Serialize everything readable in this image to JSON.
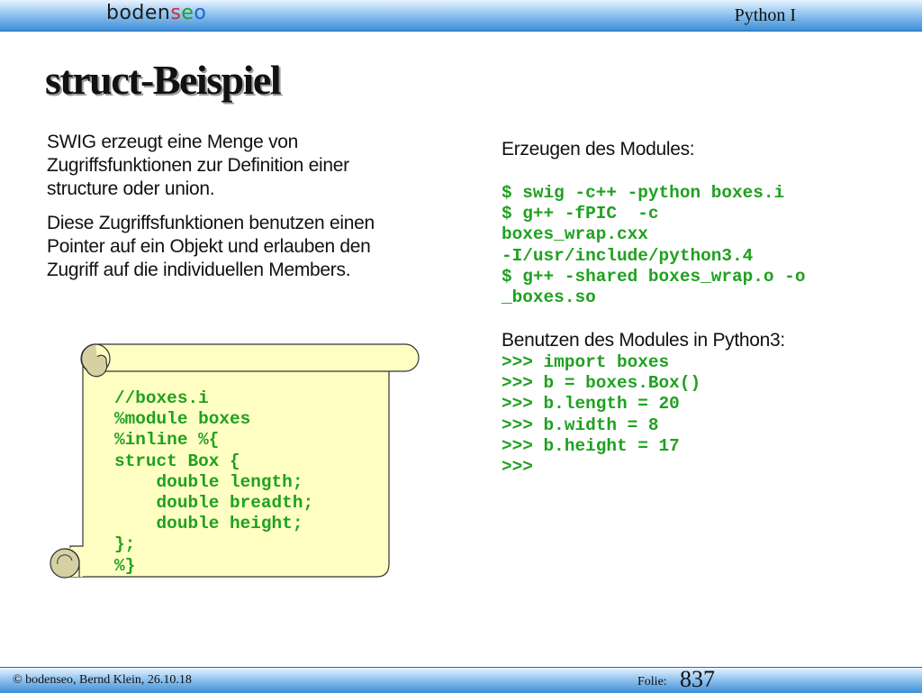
{
  "header": {
    "logo_text": "bodenseo",
    "course": "Python I"
  },
  "title": "struct-Beispiel",
  "left": {
    "paragraph1": "SWIG erzeugt eine Menge von Zugriffsfunktionen zur Definition einer structure oder union.",
    "paragraph2": "Diese Zugriffsfunktionen benutzen einen Pointer auf ein Objekt und erlauben den Zugriff auf die individuellen Members."
  },
  "scroll": {
    "code": "//boxes.i\n%module boxes\n%inline %{\nstruct Box {\n    double length;\n    double breadth;\n    double height;\n};\n%}",
    "fill_color": "#ffffc4",
    "curl_color": "#d6d1a2"
  },
  "right": {
    "heading1": "Erzeugen des Modules:",
    "commands": "$ swig -c++ -python boxes.i\n$ g++ -fPIC  -c\nboxes_wrap.cxx\n-I/usr/include/python3.4\n$ g++ -shared boxes_wrap.o -o\n_boxes.so",
    "heading2": "Benutzen des Modules in Python3:",
    "repl": ">>> import boxes\n>>> b = boxes.Box()\n>>> b.length = 20\n>>> b.width = 8\n>>> b.height = 17\n>>>"
  },
  "footer": {
    "copyright": "© bodenseo, Bernd Klein, 26.10.18",
    "folie_label": "Folie:",
    "folie_number": "837"
  },
  "colors": {
    "code_green": "#1fa11f",
    "header_blue": "#3d8ed6"
  }
}
